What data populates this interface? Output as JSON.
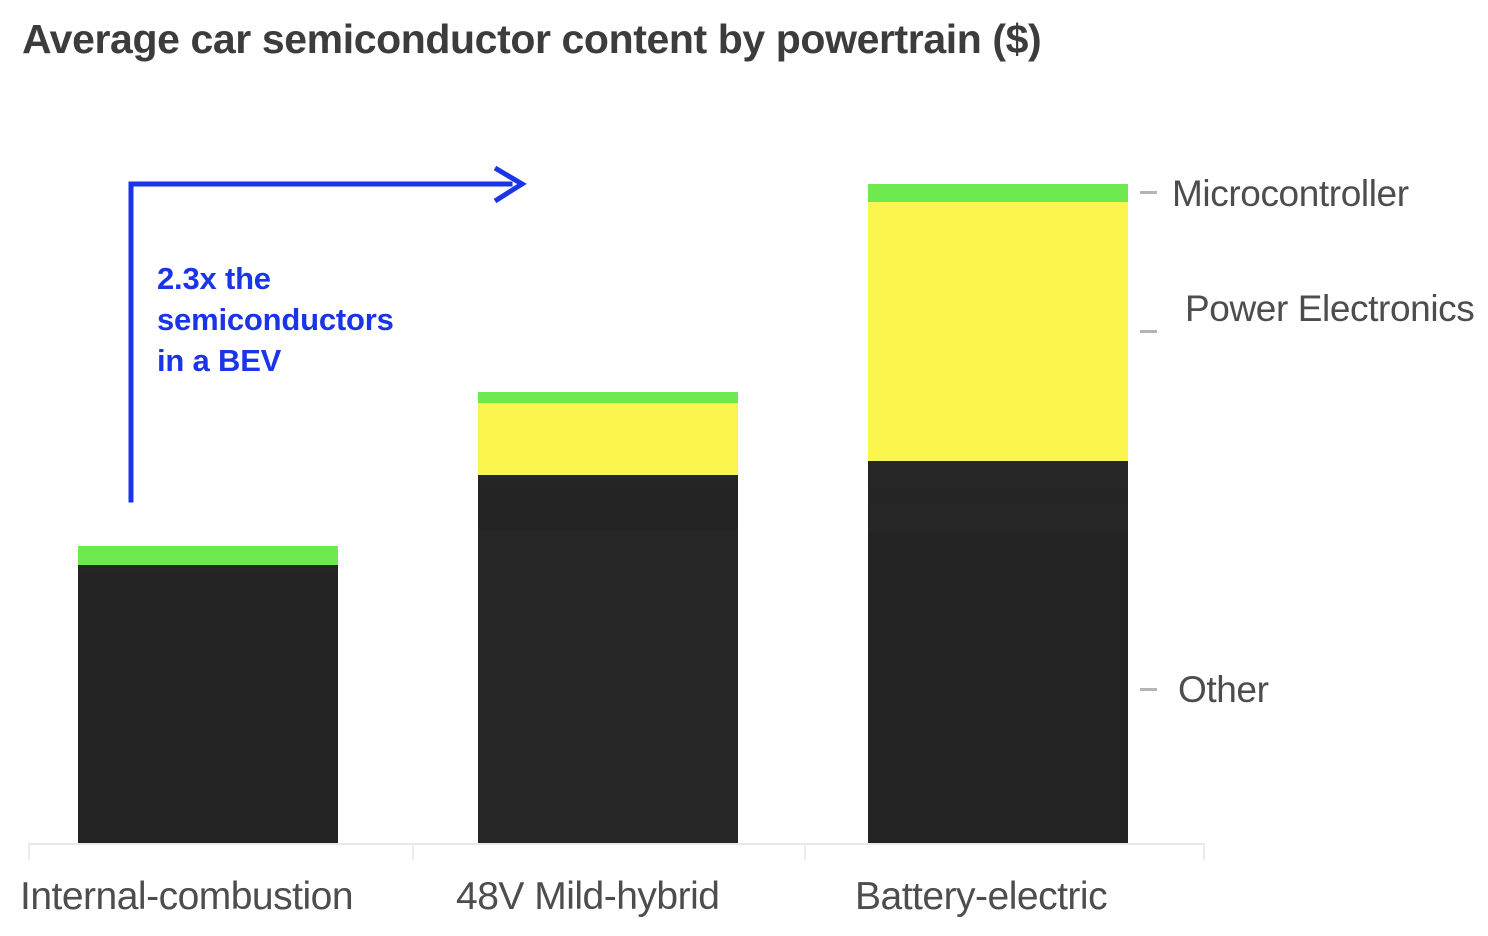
{
  "title": "Average car semiconductor content by powertrain ($)",
  "annotation": {
    "line1": "2.3x the",
    "line2": "semiconductors",
    "line3": "in a BEV",
    "color": "#1a34e8",
    "arrow_name": "growth-arrow"
  },
  "legend": {
    "position": "right",
    "items": [
      {
        "label": "Microcontroller",
        "color": "#6ee94f"
      },
      {
        "label": "Power Electronics",
        "color": "#fbf64e",
        "line1": "Power",
        "line2": "Electronics"
      },
      {
        "label": "Other",
        "color": "#262626"
      }
    ]
  },
  "axis": {
    "categories": [
      "Internal-combustion",
      "48V Mild-hybrid",
      "Battery-electric"
    ]
  },
  "colors": {
    "microcontroller": "#6ee94f",
    "power_electronics": "#fbf64e",
    "other_dark": "#262626",
    "other_dark_alt": "#202020",
    "divider": "#3a3a3a",
    "text": "#4d4d4d",
    "title": "#3c3c3c",
    "axis": "#e8e8e8",
    "accent_blue": "#1a34e8"
  },
  "chart_data": {
    "type": "bar",
    "subtype": "stacked-vertical",
    "title": "Average car semiconductor content by powertrain ($)",
    "xlabel": "",
    "ylabel": "",
    "ylim": [
      0,
      700
    ],
    "grid": false,
    "legend_position": "right",
    "categories": [
      "Internal-combustion",
      "48V Mild-hybrid",
      "Battery-electric"
    ],
    "series": [
      {
        "name": "Other",
        "color": "#262626",
        "values": [
          460,
          625,
          648
        ]
      },
      {
        "name": "Power Electronics",
        "color": "#fbf64e",
        "values": [
          0,
          122,
          440
        ]
      },
      {
        "name": "Microcontroller",
        "color": "#6ee94f",
        "values": [
          32,
          19,
          31
        ]
      }
    ],
    "totals": [
      492,
      766,
      1119
    ],
    "annotations": [
      {
        "text": "2.3x the semiconductors in a BEV",
        "type": "arrow",
        "color": "#1a34e8",
        "from": "Internal-combustion",
        "to": "Battery-electric",
        "ratio": 2.3
      }
    ],
    "bar_segments": [
      {
        "category": "Internal-combustion",
        "segments": [
          {
            "name": "Microcontroller",
            "color": "#6ee94f",
            "top": 546,
            "bottom": 565
          },
          {
            "name": "Other-sub-1",
            "color": "#262626",
            "top": 565,
            "bottom": 572
          },
          {
            "name": "Other-sub-2",
            "color": "#242424",
            "top": 572,
            "bottom": 843
          }
        ]
      },
      {
        "category": "48V Mild-hybrid",
        "segments": [
          {
            "name": "Microcontroller",
            "color": "#6ee94f",
            "top": 392,
            "bottom": 403
          },
          {
            "name": "Power Electronics",
            "color": "#fbf64e",
            "top": 403,
            "bottom": 475
          },
          {
            "name": "Other-sub-1",
            "color": "#262626",
            "top": 475,
            "bottom": 481
          },
          {
            "name": "Other-sub-2",
            "color": "#242424",
            "top": 481,
            "bottom": 530
          },
          {
            "name": "Other-sub-3",
            "color": "#262626",
            "top": 530,
            "bottom": 843
          }
        ]
      },
      {
        "category": "Battery-electric",
        "segments": [
          {
            "name": "Microcontroller",
            "color": "#6ee94f",
            "top": 184,
            "bottom": 202
          },
          {
            "name": "Power Electronics",
            "color": "#fbf64e",
            "top": 202,
            "bottom": 461
          },
          {
            "name": "Other-sub-1",
            "color": "#262626",
            "top": 461,
            "bottom": 489
          },
          {
            "name": "Other-sub-2",
            "color": "#242424",
            "top": 489,
            "bottom": 503
          },
          {
            "name": "Other-sub-3",
            "color": "#262626",
            "top": 503,
            "bottom": 532
          },
          {
            "name": "Other-sub-4",
            "color": "#242424",
            "top": 532,
            "bottom": 843
          }
        ]
      }
    ]
  }
}
